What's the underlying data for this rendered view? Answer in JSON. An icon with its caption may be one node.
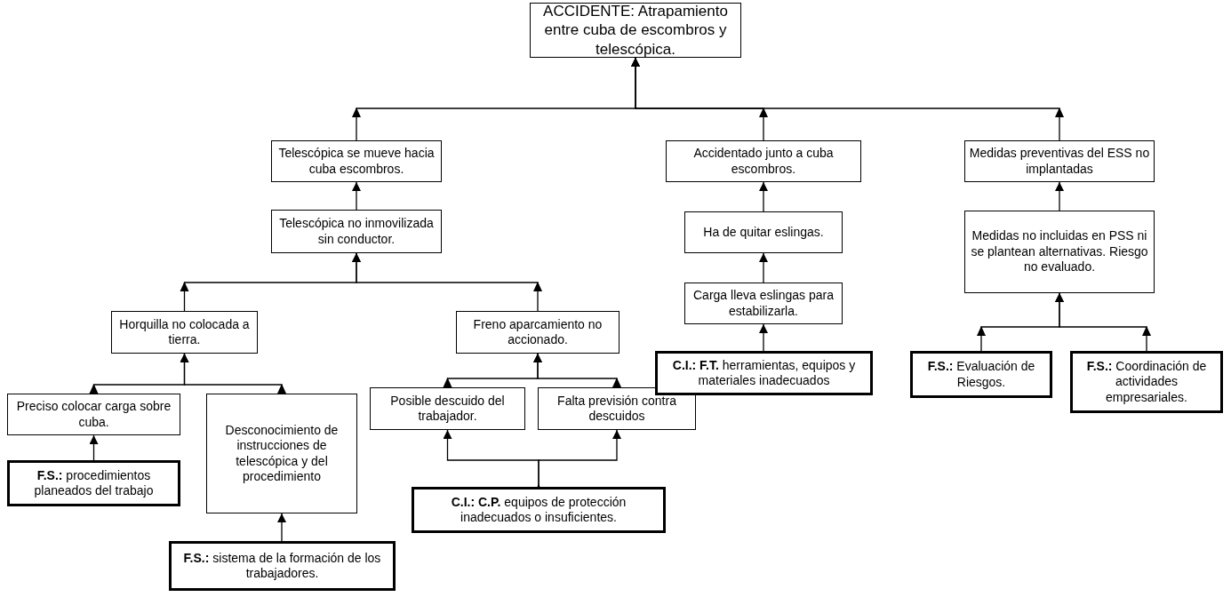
{
  "diagram": {
    "nodes": [
      {
        "text": [
          "ACCIDENTE: Atrapamiento entre cuba de escombros y telescópica."
        ]
      },
      {
        "text": [
          "Telescópica se mueve hacia cuba escombros."
        ]
      },
      {
        "text": [
          "Telescópica no inmovilizada sin conductor."
        ]
      },
      {
        "text": [
          "Horquilla no colocada a tierra."
        ]
      },
      {
        "text": [
          "Freno aparcamiento no accionado."
        ]
      },
      {
        "text": [
          "Preciso colocar carga sobre cuba."
        ]
      },
      {
        "text": [
          "Desconocimiento de instrucciones de telescópica y del procedimiento"
        ]
      },
      {
        "text": [
          "**F.S.:** procedimientos planeados del trabajo"
        ]
      },
      {
        "text": [
          "**F.S.:** sistema de la formación de los trabajadores."
        ]
      },
      {
        "text": [
          "Posible descuido del trabajador."
        ]
      },
      {
        "text": [
          "Falta previsión contra descuidos"
        ]
      },
      {
        "text": [
          "**C.I.: C.P.** equipos de protección inadecuados o insuficientes."
        ]
      },
      {
        "text": [
          "Accidentado junto a cuba escombros."
        ]
      },
      {
        "text": [
          "Ha de quitar eslingas."
        ]
      },
      {
        "text": [
          "Carga lleva eslingas para estabilizarla."
        ]
      },
      {
        "text": [
          "**C.I.: F.T.** herramientas, equipos y materiales inadecuados"
        ]
      },
      {
        "text": [
          "Medidas preventivas del ESS no implantadas"
        ]
      },
      {
        "text": [
          "Medidas no incluidas en PSS ni se plantean alternativas. Riesgo no evaluado."
        ]
      },
      {
        "text": [
          "**F.S.:** Evaluación de Riesgos."
        ]
      },
      {
        "text": [
          "**F.S.:** Coordinación de actividades empresariales."
        ]
      }
    ],
    "edges": [
      {
        "from": 1,
        "to": 0,
        "arrow": "to"
      },
      {
        "from": 12,
        "to": 0,
        "arrow": "to"
      },
      {
        "from": 16,
        "to": 0,
        "arrow": "to"
      },
      {
        "from": 2,
        "to": 1,
        "arrow": "to"
      },
      {
        "from": 3,
        "to": 2,
        "arrow": "to"
      },
      {
        "from": 4,
        "to": 2,
        "arrow": "to"
      },
      {
        "from": 5,
        "to": 3,
        "arrow": "to"
      },
      {
        "from": 6,
        "to": 3,
        "arrow": "to"
      },
      {
        "from": 7,
        "to": 5,
        "arrow": "to"
      },
      {
        "from": 8,
        "to": 6,
        "arrow": "to"
      },
      {
        "from": 9,
        "to": 4,
        "arrow": "to"
      },
      {
        "from": 10,
        "to": 4,
        "arrow": "to"
      },
      {
        "from": 11,
        "to": 9,
        "arrow": "to"
      },
      {
        "from": 11,
        "to": 10,
        "arrow": "to"
      },
      {
        "from": 13,
        "to": 12,
        "arrow": "to"
      },
      {
        "from": 14,
        "to": 13,
        "arrow": "to"
      },
      {
        "from": 15,
        "to": 14,
        "arrow": "to"
      },
      {
        "from": 17,
        "to": 16,
        "arrow": "to"
      },
      {
        "from": 18,
        "to": 17,
        "arrow": "to"
      },
      {
        "from": 19,
        "to": 17,
        "arrow": "to"
      }
    ]
  }
}
